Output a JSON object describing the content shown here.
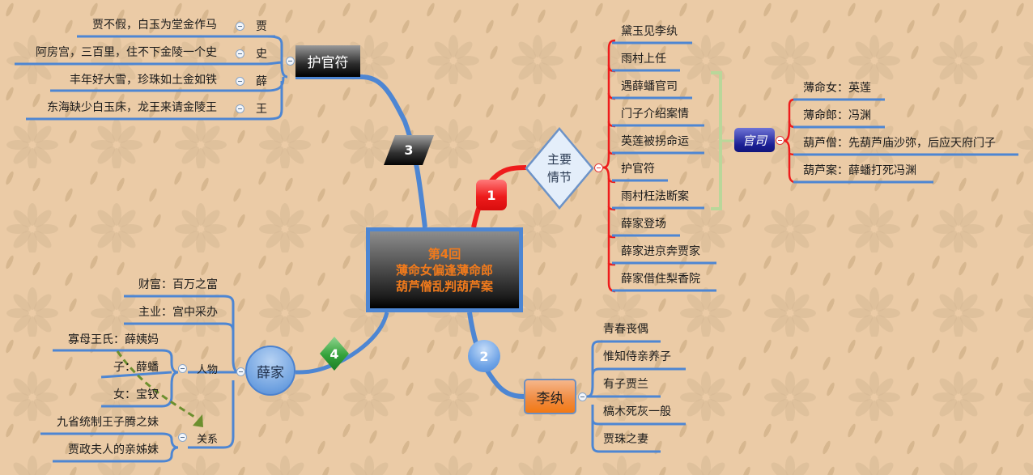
{
  "central_topic": {
    "line1": "第4回",
    "line2": "薄命女偏逢薄命郎",
    "line3": "葫芦僧乱判葫芦案",
    "text_color": "#f07a1c",
    "border_color": "#4d86d3"
  },
  "branches": {
    "b1": {
      "marker": "1",
      "marker_color": "#ee1c1c",
      "label_line1": "主要",
      "label_line2": "情节",
      "items": [
        "黛玉见李纨",
        "雨村上任",
        "遇薛蟠官司",
        "门子介绍案情",
        "英莲被拐命运",
        "护官符",
        "雨村枉法断案",
        "薛家登场",
        "薛家进京奔贾家",
        "薛家借住梨香院"
      ],
      "summary": {
        "label": "官司",
        "items": [
          "薄命女：英莲",
          "薄命郎：冯渊",
          "葫芦僧：先葫芦庙沙弥，后应天府门子",
          "葫芦案：薛蟠打死冯渊"
        ]
      }
    },
    "b2": {
      "marker": "2",
      "label": "李纨",
      "items": [
        "青春丧偶",
        "惟知侍亲养子",
        "有子贾兰",
        "槁木死灰一般",
        "贾珠之妻"
      ]
    },
    "b3": {
      "marker": "3",
      "label": "护官符",
      "families": [
        {
          "name": "贾",
          "verse": "贾不假，白玉为堂金作马"
        },
        {
          "name": "史",
          "verse": "阿房宫，三百里，住不下金陵一个史"
        },
        {
          "name": "薛",
          "verse": "丰年好大雪，珍珠如土金如铁"
        },
        {
          "name": "王",
          "verse": "东海缺少白玉床，龙王来请金陵王"
        }
      ]
    },
    "b4": {
      "marker": "4",
      "label": "薛家",
      "items": {
        "wealth": "财富：百万之富",
        "business": "主业：宫中采办",
        "people": {
          "label": "人物",
          "items": [
            "寡母王氏：薛姨妈",
            "子：薛蟠",
            "女：宝钗"
          ]
        },
        "relations": {
          "label": "关系",
          "items": [
            "九省统制王子腾之妹",
            "贾政夫人的亲姊妹"
          ]
        }
      }
    }
  },
  "icons": {
    "collapse": "collapse-minus-icon",
    "relationship_arrow": "dashed-arrow"
  },
  "colors": {
    "background": "#ebcba6",
    "branch_line": "#4d86d3",
    "main_plot_line": "#ee1c1c",
    "boundary": "#b9d79a",
    "relation_arrow": "#6c8f2e"
  }
}
